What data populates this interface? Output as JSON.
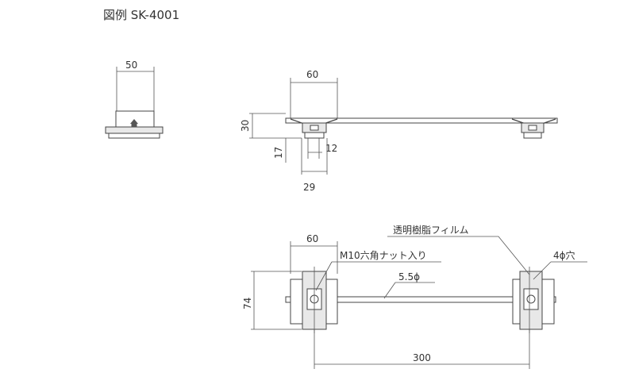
{
  "title": "図例 SK-4001",
  "side_view": {
    "width_label": "50"
  },
  "front_view": {
    "width_label": "60",
    "height_label": "30",
    "height2_label": "17",
    "inner_label": "12",
    "bottom_label": "29"
  },
  "plan_view": {
    "width_label": "60",
    "height_label": "74",
    "span_label": "300",
    "film_label": "透明樹脂フィルム",
    "nut_label": "M10六角ナット入り",
    "hole_small_label": "5.5ϕ",
    "hole_label": "4ϕ穴"
  }
}
